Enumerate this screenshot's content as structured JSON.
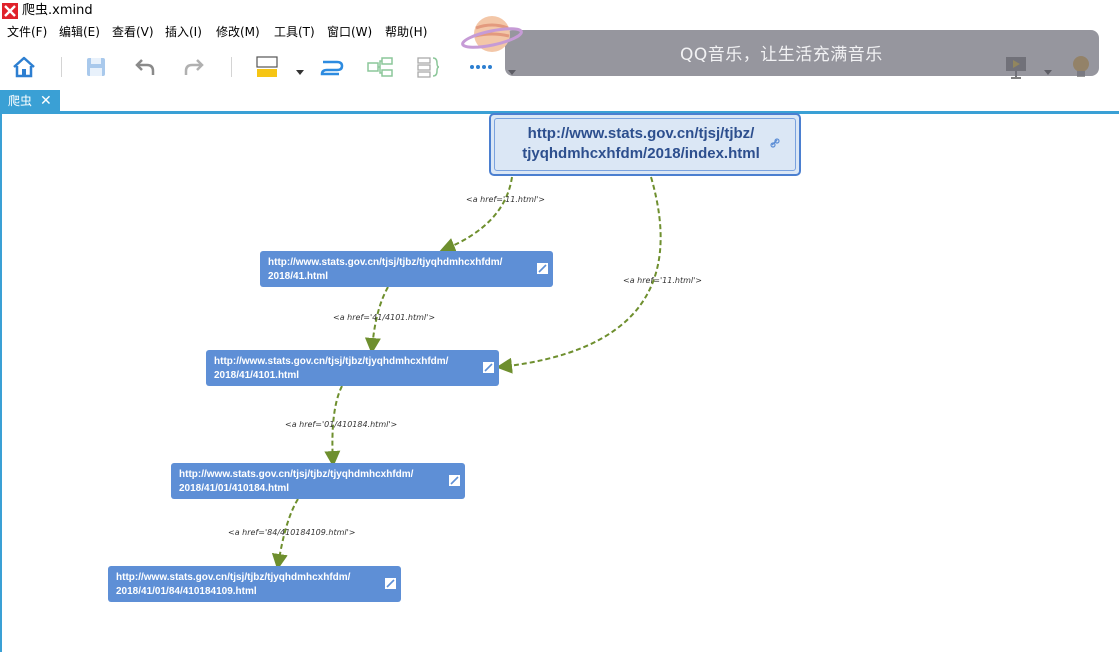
{
  "window": {
    "title": "爬虫.xmind"
  },
  "menu": [
    "文件(F)",
    "编辑(E)",
    "查看(V)",
    "插入(I)",
    "修改(M)",
    "工具(T)",
    "窗口(W)",
    "帮助(H)"
  ],
  "toolbar": {
    "icons": [
      "home-icon",
      "save-icon",
      "undo-icon",
      "redo-icon",
      "topic-style-icon",
      "relationship-icon",
      "boundary-icon",
      "summary-icon",
      "more-icon",
      "presentation-icon",
      "idea-icon"
    ]
  },
  "overlay": {
    "text": "QQ音乐，让生活充满音乐"
  },
  "tab": {
    "label": "爬虫",
    "close": "✕"
  },
  "map": {
    "central": {
      "line1": "http://www.stats.gov.cn/tjsj/tjbz/",
      "line2": "tjyqhdmhcxhfdm/2018/index.html"
    },
    "topics": [
      {
        "line1": "http://www.stats.gov.cn/tjsj/tjbz/tjyqhdmhcxhfdm/",
        "line2": "2018/41.html"
      },
      {
        "line1": "http://www.stats.gov.cn/tjsj/tjbz/tjyqhdmhcxhfdm/",
        "line2": "2018/41/4101.html"
      },
      {
        "line1": "http://www.stats.gov.cn/tjsj/tjbz/tjyqhdmhcxhfdm/",
        "line2": "2018/41/01/410184.html"
      },
      {
        "line1": "http://www.stats.gov.cn/tjsj/tjbz/tjyqhdmhcxhfdm/",
        "line2": "2018/41/01/84/410184109.html"
      }
    ],
    "relationships": [
      "<a href='11.html'>",
      "<a href='11.html'>",
      "<a href='41/4101.html'>",
      "<a href='01/410184.html'>",
      "<a href='84/410184109.html'>"
    ],
    "colors": {
      "relationship": "#6e8f2e",
      "topic": "#5e8fd6",
      "central_border": "#4b7fd0",
      "tab": "#3aa0d5"
    }
  }
}
